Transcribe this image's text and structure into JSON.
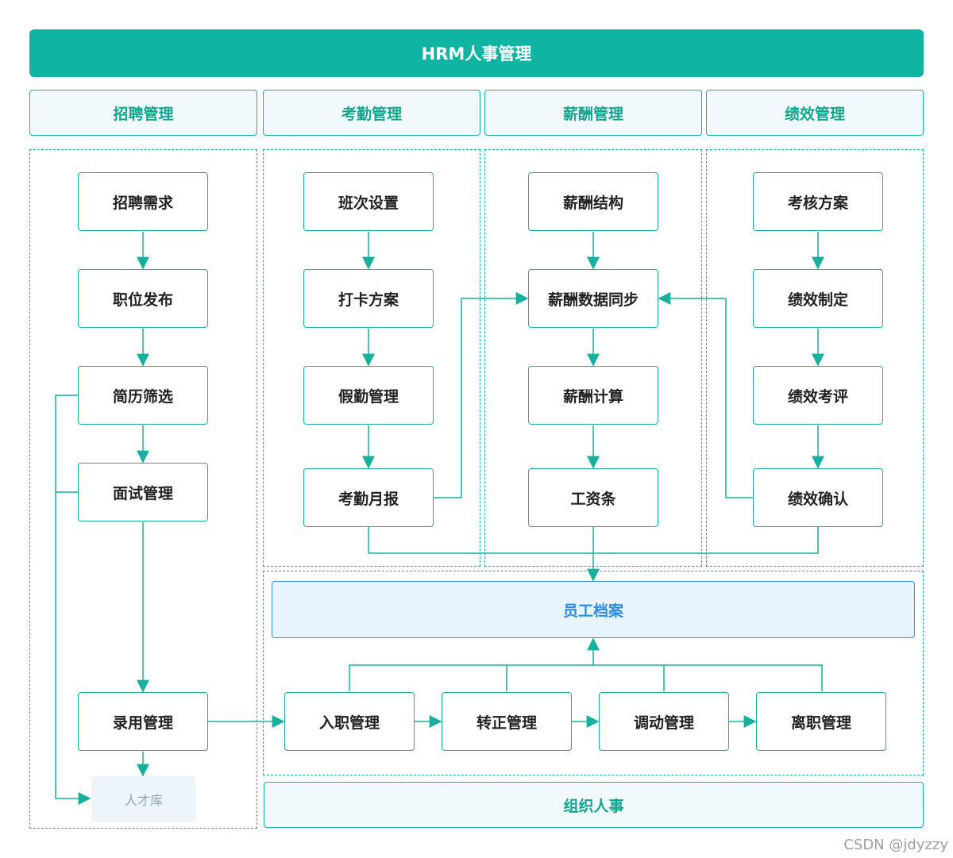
{
  "title": "HRM人事管理",
  "columns": [
    "招聘管理",
    "考勤管理",
    "薪酬管理",
    "绩效管理"
  ],
  "recruitment": {
    "nodes": [
      "招聘需求",
      "职位发布",
      "简历筛选",
      "面试管理",
      "录用管理"
    ],
    "talent_pool": "人才库"
  },
  "attendance": {
    "nodes": [
      "班次设置",
      "打卡方案",
      "假勤管理",
      "考勤月报"
    ]
  },
  "payroll": {
    "nodes": [
      "薪酬结构",
      "薪酬数据同步",
      "薪酬计算",
      "工资条"
    ]
  },
  "performance": {
    "nodes": [
      "考核方案",
      "绩效制定",
      "绩效考评",
      "绩效确认"
    ]
  },
  "employee_archive": "员工档案",
  "lifecycle": {
    "nodes": [
      "入职管理",
      "转正管理",
      "调动管理",
      "离职管理"
    ]
  },
  "org_personnel": "组织人事",
  "watermark": "CSDN @jdyzzy",
  "colors": {
    "primary": "#0fb4a2",
    "line": "#17b09d",
    "header_bg": "#f1f9fc",
    "archive_border": "#3d8fdf",
    "archive_text": "#2d8be6",
    "talent_text": "#8aa3b8"
  }
}
